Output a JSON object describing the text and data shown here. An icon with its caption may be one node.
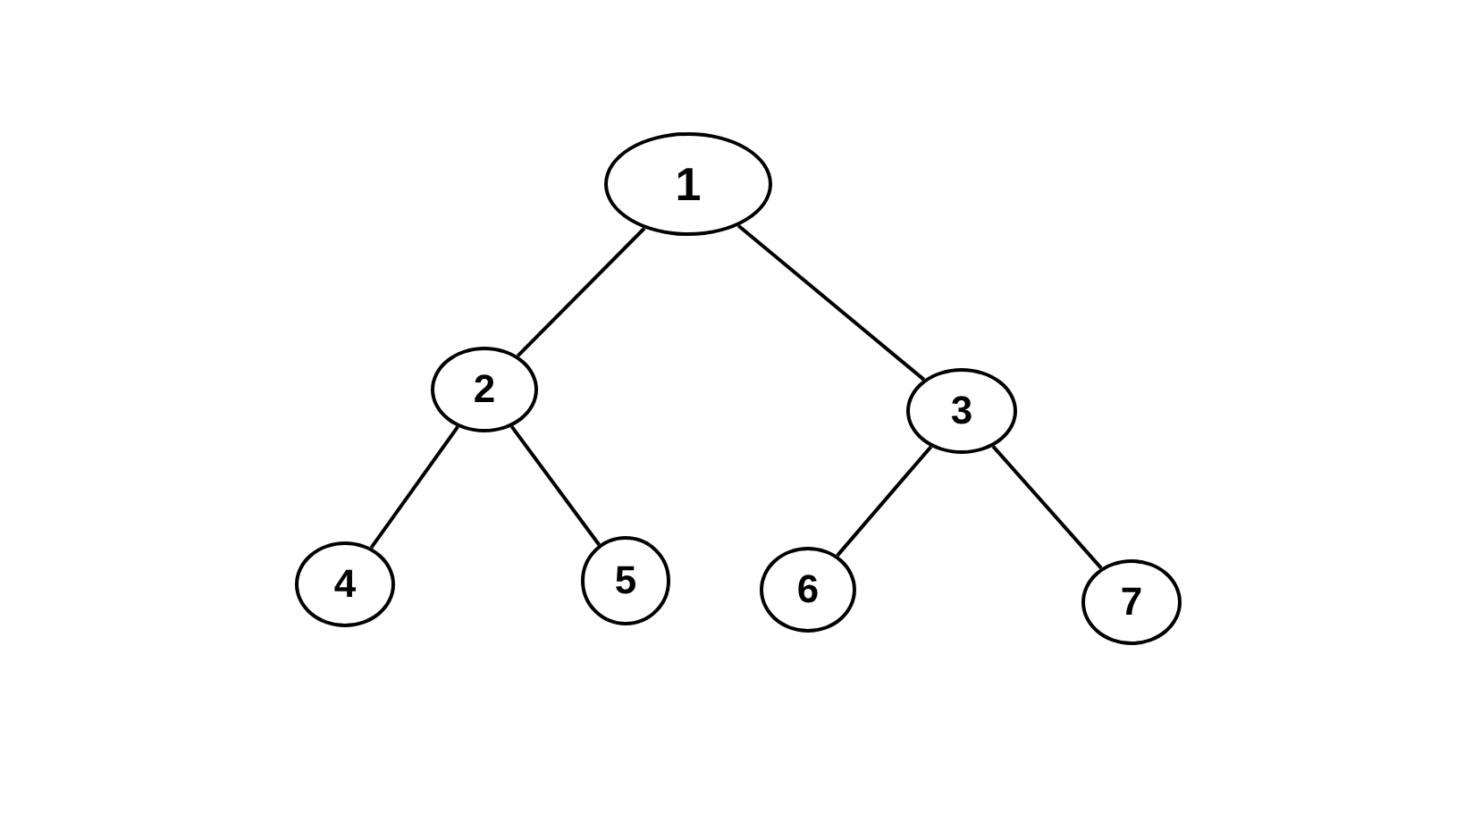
{
  "diagram": {
    "nodes": [
      {
        "text": [
          "1"
        ]
      },
      {
        "text": [
          "2"
        ]
      },
      {
        "text": [
          "3"
        ]
      },
      {
        "text": [
          "4"
        ]
      },
      {
        "text": [
          "5"
        ]
      },
      {
        "text": [
          "6"
        ]
      },
      {
        "text": [
          "7"
        ]
      }
    ],
    "edges": [
      {
        "from": 0,
        "to": 1,
        "arrow": "none"
      },
      {
        "from": 0,
        "to": 2,
        "arrow": "none"
      },
      {
        "from": 1,
        "to": 3,
        "arrow": "none"
      },
      {
        "from": 1,
        "to": 4,
        "arrow": "none"
      },
      {
        "from": 2,
        "to": 5,
        "arrow": "none"
      },
      {
        "from": 2,
        "to": 6,
        "arrow": "none"
      }
    ]
  }
}
